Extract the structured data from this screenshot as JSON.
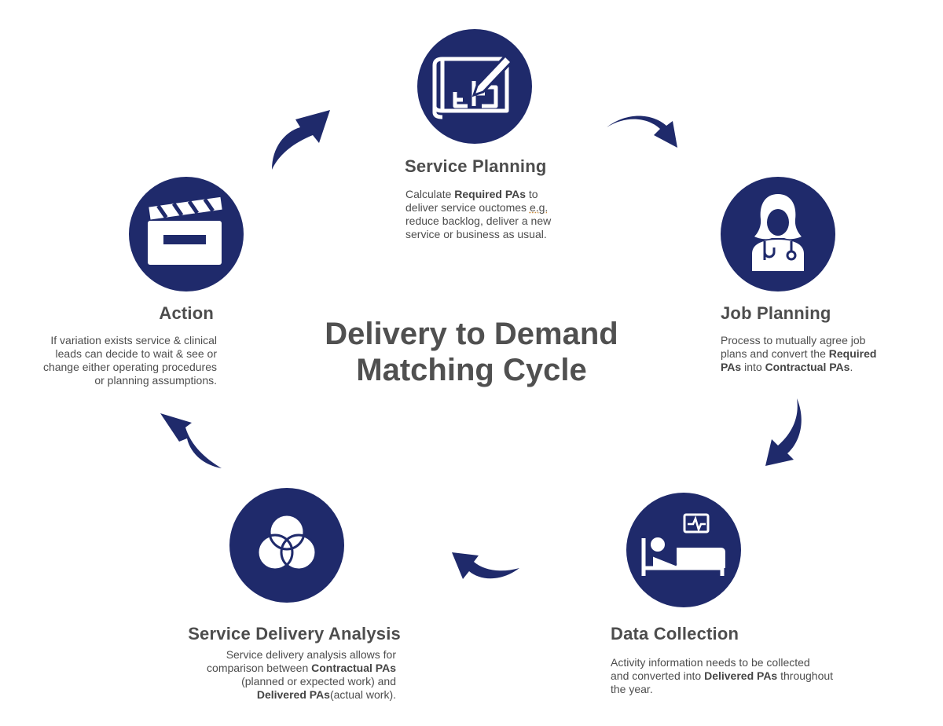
{
  "center": {
    "line1": "Delivery to Demand",
    "line2": "Matching Cycle"
  },
  "colors": {
    "accent": "#1f2a6b",
    "text": "#4d4d4d"
  },
  "nodes": {
    "service_planning": {
      "icon": "blueprint-pencil-icon",
      "title": "Service Planning",
      "d1": "Calculate ",
      "d1b": "Required PAs",
      "d2": " to",
      "d3": "deliver service ouctomes ",
      "d3u": "e.g.",
      "d4": "reduce backlog, deliver a new",
      "d5": "service or business as usual."
    },
    "job_planning": {
      "icon": "doctor-stethoscope-icon",
      "title": "Job Planning",
      "d1": "Process to mutually agree job",
      "d2": "plans and convert the ",
      "d2b": "Required",
      "d3b": "PAs",
      "d3": " into ",
      "d3b2": "Contractual PAs",
      "d3e": "."
    },
    "data_collection": {
      "icon": "patient-bed-monitor-icon",
      "title": "Data Collection",
      "d1": "Activity information needs to be collected",
      "d2": "and converted into ",
      "d2b": "Delivered PAs",
      "d2e": " throughout",
      "d3": "the year."
    },
    "service_delivery_analysis": {
      "icon": "venn-diagram-icon",
      "title": "Service Delivery Analysis",
      "d1": "Service delivery analysis allows for",
      "d2": "comparison  between ",
      "d2b": "Contractual PAs",
      "d3": "(planned or expected work) and",
      "d4b": "Delivered PAs",
      "d4": "(actual work)."
    },
    "action": {
      "icon": "clapperboard-icon",
      "title": "Action",
      "d1": "If variation exists service & clinical",
      "d2": "leads can decide to wait & see or",
      "d3": "change either operating procedures",
      "d4": "or planning assumptions."
    }
  }
}
